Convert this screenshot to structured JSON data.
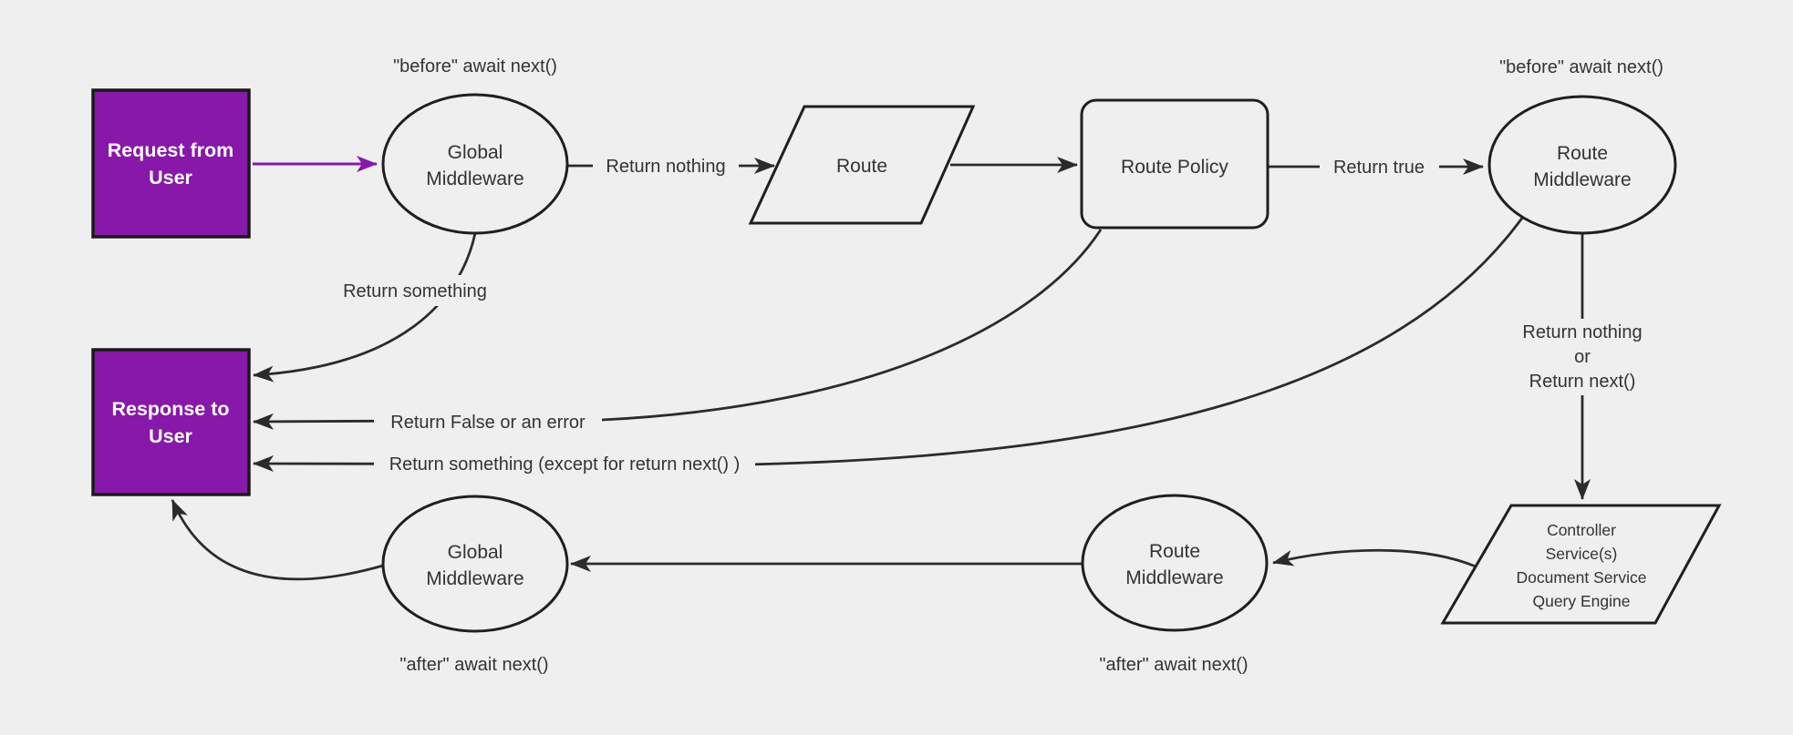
{
  "colors": {
    "background": "#efefef",
    "node_fill": "#efefef",
    "node_stroke": "#1f1f1f",
    "edge_stroke": "#2b2b2b",
    "accent": "#8818a9",
    "accent_border": "#1a1a1a",
    "label_text": "#333333",
    "node_text": "#333333",
    "box_text": "#ffffff"
  },
  "nodes": {
    "request": {
      "lines": [
        "Request from",
        "User"
      ]
    },
    "global_middleware_top": {
      "lines": [
        "Global",
        "Middleware"
      ]
    },
    "route": {
      "label": "Route"
    },
    "route_policy": {
      "label": "Route Policy"
    },
    "route_middleware_top": {
      "lines": [
        "Route",
        "Middleware"
      ]
    },
    "controller": {
      "lines": [
        "Controller",
        "Service(s)",
        "Document Service",
        "Query Engine"
      ]
    },
    "route_middleware_bottom": {
      "lines": [
        "Route",
        "Middleware"
      ]
    },
    "global_middleware_bottom": {
      "lines": [
        "Global",
        "Middleware"
      ]
    },
    "response": {
      "lines": [
        "Response to",
        "User"
      ]
    }
  },
  "edge_labels": {
    "before_await_next_left": "\"before\" await next()",
    "before_await_next_right": "\"before\" await next()",
    "after_await_next_left": "\"after\" await next()",
    "after_await_next_right": "\"after\" await next()",
    "return_nothing": "Return nothing",
    "return_true": "Return true",
    "return_something": "Return something",
    "return_false_or_error": "Return False or an error",
    "return_something_except": "Return something (except for return next() )",
    "return_nothing_or_next": {
      "lines": [
        "Return nothing",
        "or",
        "Return next()"
      ]
    }
  }
}
